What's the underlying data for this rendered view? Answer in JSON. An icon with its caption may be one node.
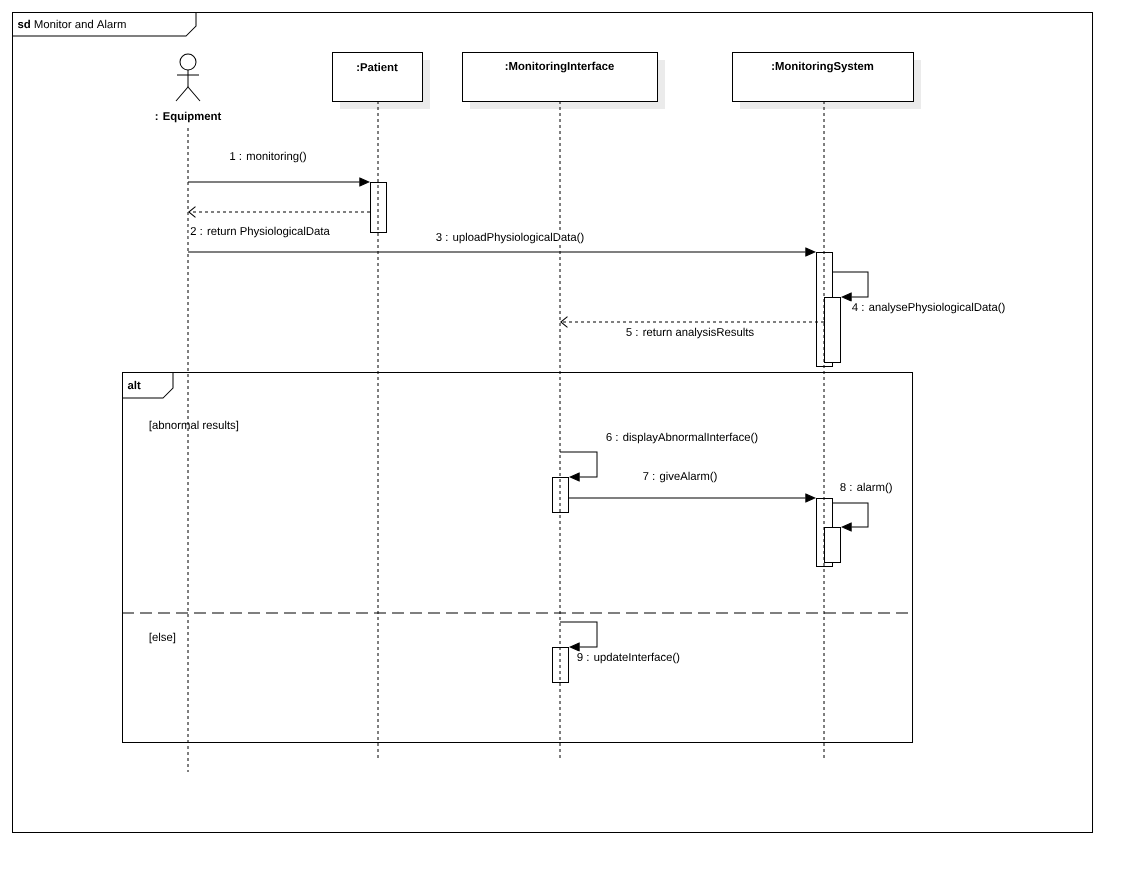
{
  "diagram": {
    "nodes": [
      {
        "text": [
          "**sd** Monitor and Alarm"
        ]
      },
      {
        "text": [
          ": Equipment"
        ],
        "in": 0
      },
      {
        "text": [
          ":Patient"
        ],
        "in": 0
      },
      {
        "text": [
          ":MonitoringInterface"
        ],
        "in": 0
      },
      {
        "text": [
          ":MonitoringSystem"
        ],
        "in": 0
      },
      {
        "text": [
          "alt",
          "[abnormal results]",
          "[else]"
        ],
        "in": 0
      },
      {
        "text": [],
        "shape": "bar",
        "in": 0
      },
      {
        "text": [],
        "shape": "bar",
        "in": 0
      },
      {
        "text": [],
        "shape": "bar",
        "in": 0
      },
      {
        "text": [],
        "shape": "bar",
        "in": 5
      },
      {
        "text": [],
        "shape": "bar",
        "in": 5
      },
      {
        "text": [],
        "shape": "bar",
        "in": 5
      },
      {
        "text": [],
        "shape": "bar",
        "in": 5
      },
      {
        "text": [],
        "shape": "lifeline",
        "in": 0
      },
      {
        "text": [],
        "shape": "lifeline",
        "in": 0
      },
      {
        "text": [],
        "shape": "lifeline",
        "in": 0
      },
      {
        "text": [],
        "shape": "lifeline",
        "in": 0
      }
    ],
    "edges": [
      {
        "from": 13,
        "to": 6,
        "arrow": "to",
        "label": "1 : monitoring()"
      },
      {
        "from": 6,
        "to": 13,
        "arrow": "to",
        "style": "dashed",
        "label": "2 : return PhysiologicalData"
      },
      {
        "from": 13,
        "to": 7,
        "arrow": "to",
        "label": "3 : uploadPhysiologicalData()"
      },
      {
        "from": 7,
        "to": 8,
        "arrow": "to",
        "label": "4 : analysePhysiologicalData()"
      },
      {
        "from": 8,
        "to": 15,
        "arrow": "to",
        "style": "dashed",
        "label": "5 : return analysisResults"
      },
      {
        "from": 15,
        "to": 9,
        "arrow": "to",
        "label": "6 : displayAbnormalInterface()"
      },
      {
        "from": 9,
        "to": 10,
        "arrow": "to",
        "label": "7 : giveAlarm()"
      },
      {
        "from": 10,
        "to": 11,
        "arrow": "to",
        "label": "8 : alarm()"
      },
      {
        "from": 15,
        "to": 12,
        "arrow": "to",
        "label": "9 : updateInterface()"
      }
    ]
  }
}
